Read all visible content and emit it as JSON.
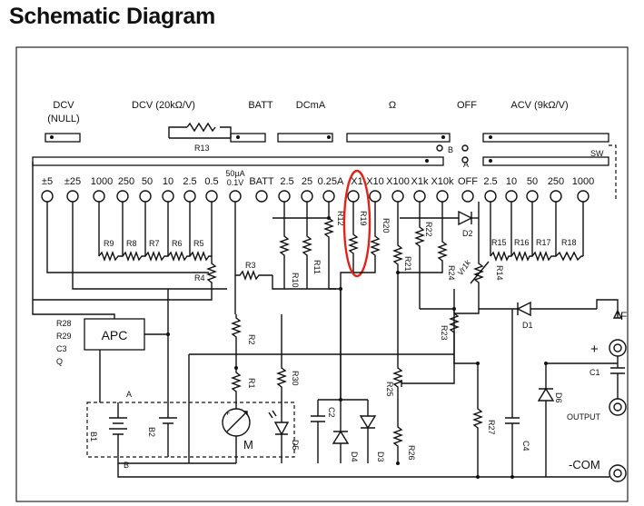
{
  "title": "Schematic Diagram",
  "headers": {
    "dcv_null_1": "DCV",
    "dcv_null_2": "(NULL)",
    "dcv": "DCV (20kΩ/V)",
    "batt": "BATT",
    "dcma": "DCmA",
    "ohm": "Ω",
    "off": "OFF",
    "acv": "ACV (9kΩ/V)"
  },
  "positions": [
    "±5",
    "±25",
    "1000",
    "250",
    "50",
    "10",
    "2.5",
    "0.5",
    "50µA",
    "0.1V",
    "BATT",
    "2.5",
    "25",
    "0.25A",
    "X1",
    "X10",
    "X100",
    "X1k",
    "X10k",
    "OFF",
    "2.5",
    "10",
    "50",
    "250",
    "1000"
  ],
  "resistors": [
    "R9",
    "R8",
    "R7",
    "R6",
    "R5",
    "R4",
    "R3",
    "R2",
    "R1",
    "R30",
    "R10",
    "R11",
    "R12",
    "R19",
    "R20",
    "R21",
    "R22",
    "R24",
    "R23",
    "R25",
    "R26",
    "R27",
    "R13",
    "R14",
    "R15",
    "R16",
    "R17",
    "R18"
  ],
  "diodes": [
    "D1",
    "D2",
    "D3",
    "D4",
    "D5",
    "D6"
  ],
  "capacitors": [
    "C1",
    "C2",
    "C4"
  ],
  "batteries": [
    "B1",
    "B2"
  ],
  "switch_labels": {
    "a": "A",
    "b": "B",
    "sw": "SW",
    "f": "F"
  },
  "apc": {
    "label": "APC",
    "side": [
      "R28",
      "R29",
      "C3",
      "Q"
    ]
  },
  "meter": "M",
  "handwritten_note": "Vr1k",
  "outputs": {
    "plus": "+",
    "output": "OUTPUT",
    "com": "-COM"
  },
  "highlight": {
    "target": "X1",
    "color": "#e0241b"
  }
}
